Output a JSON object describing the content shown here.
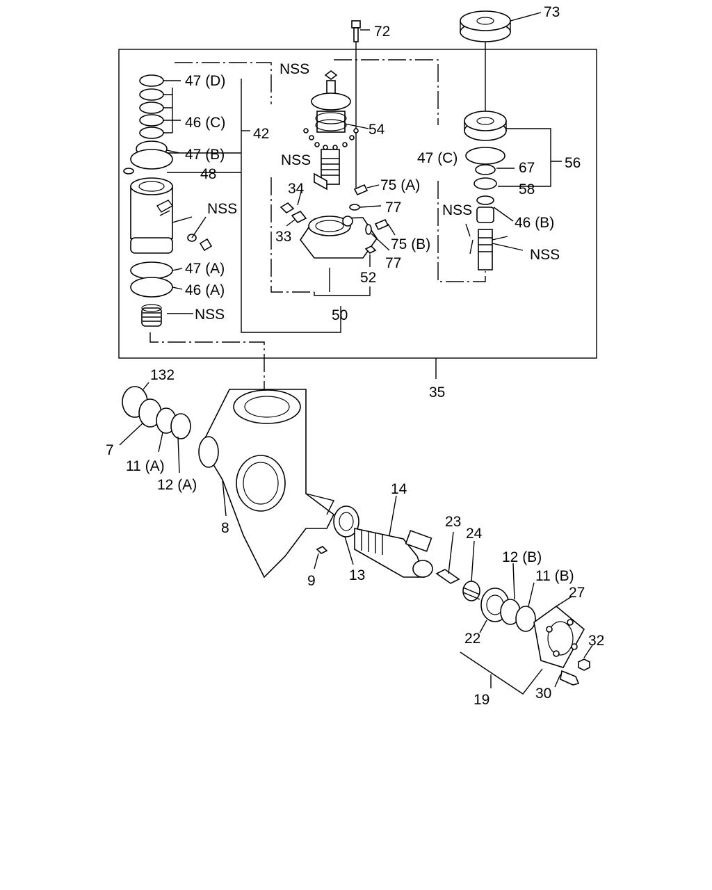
{
  "colors": {
    "line": "#000000",
    "background": "#ffffff"
  },
  "callouts": {
    "c72": "72",
    "c73": "73",
    "c47d": "47 (D)",
    "c46c": "46 (C)",
    "c47b": "47 (B)",
    "c48": "48",
    "c42": "42",
    "nss_top": "NSS",
    "c54": "54",
    "nss_mid": "NSS",
    "c34": "34",
    "c75a": "75 (A)",
    "c77a": "77",
    "c33": "33",
    "c75b": "75 (B)",
    "c77b": "77",
    "c52": "52",
    "c50": "50",
    "nss_left": "NSS",
    "c47a": "47 (A)",
    "c46a": "46 (A)",
    "nss_left2": "NSS",
    "c47c": "47 (C)",
    "c67": "67",
    "c56": "56",
    "c58": "58",
    "nss_right": "NSS",
    "c46b": "46 (B)",
    "nss_right2": "NSS",
    "c35": "35",
    "c132": "132",
    "c7": "7",
    "c11a": "11 (A)",
    "c12a": "12 (A)",
    "c8": "8",
    "c9": "9",
    "c13": "13",
    "c14": "14",
    "c23": "23",
    "c24": "24",
    "c12b": "12 (B)",
    "c11b": "11 (B)",
    "c27": "27",
    "c22": "22",
    "c32": "32",
    "c19": "19",
    "c30": "30"
  }
}
